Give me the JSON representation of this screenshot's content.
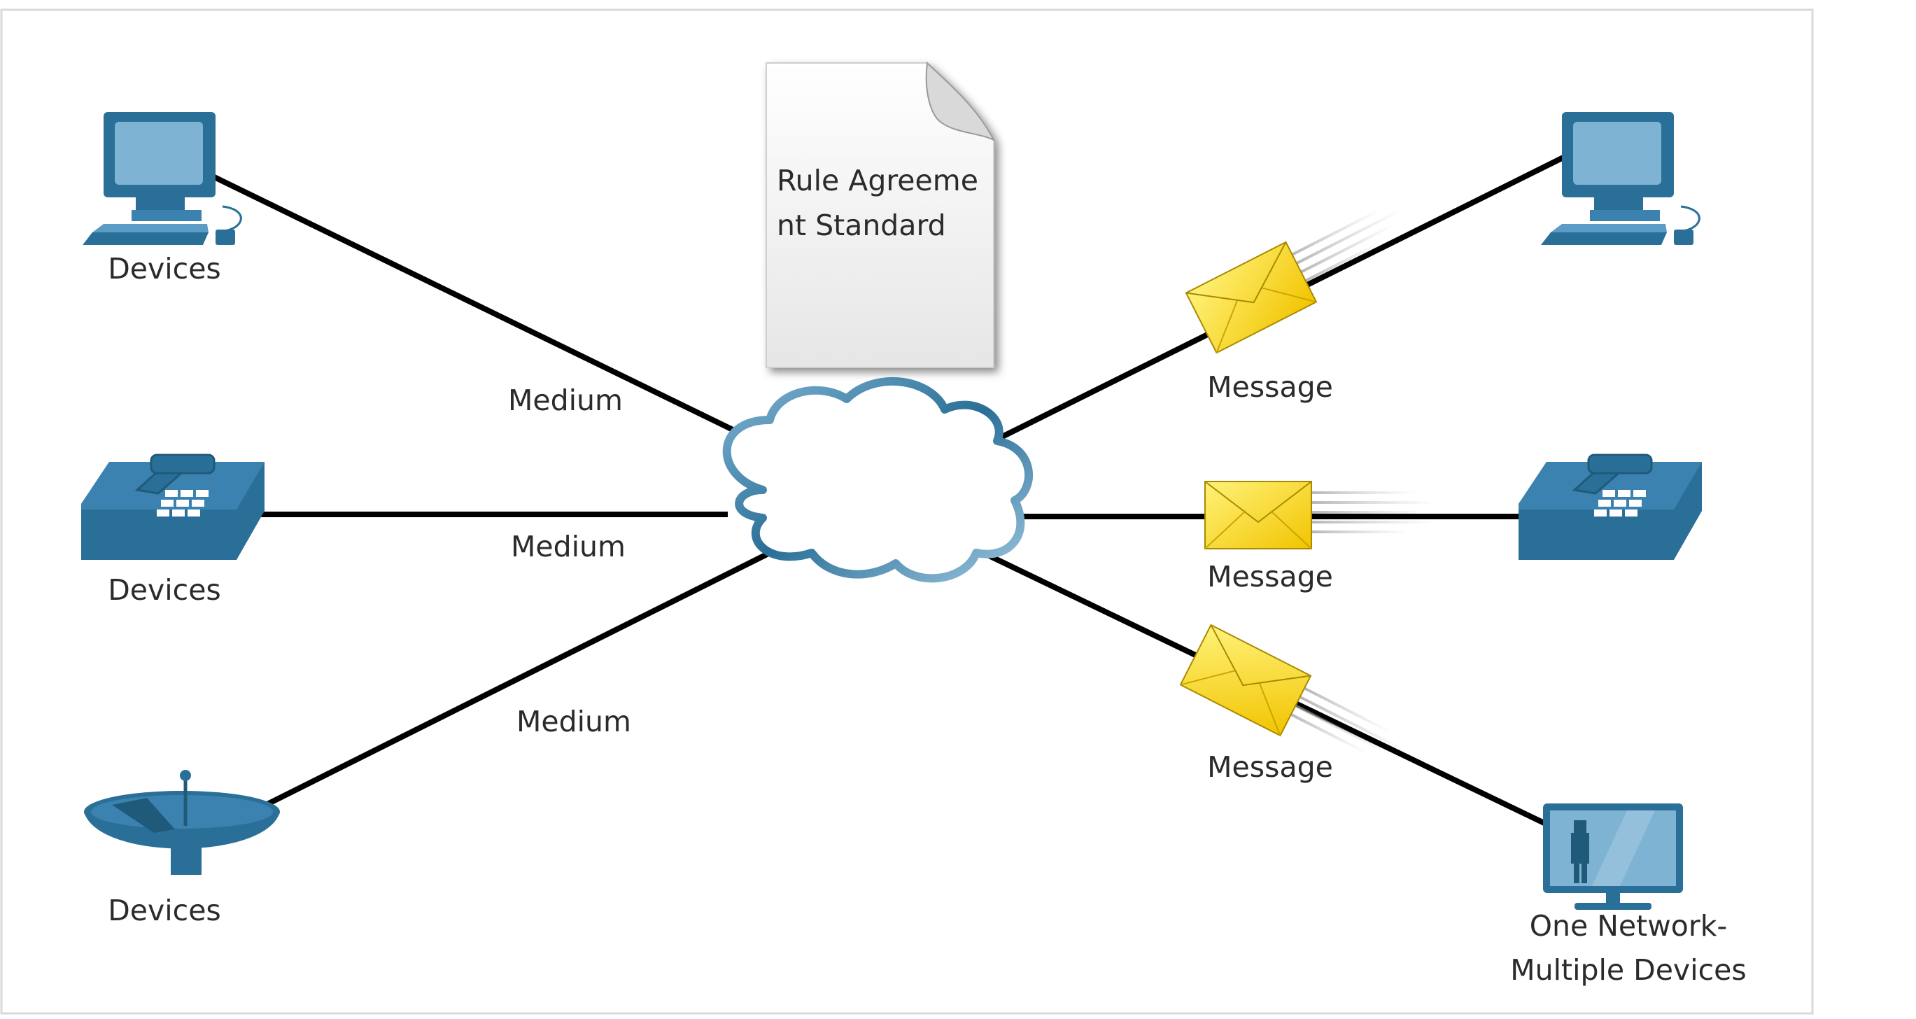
{
  "document": {
    "label": "Rule Agreement Standard",
    "lines": [
      "Rule Agreeme",
      "nt Standard"
    ]
  },
  "left_devices": [
    {
      "icon": "desktop-computer-icon",
      "label": "Devices"
    },
    {
      "icon": "telephone-icon",
      "label": "Devices"
    },
    {
      "icon": "satellite-dish-icon",
      "label": "Devices"
    }
  ],
  "medium_labels": [
    "Medium",
    "Medium",
    "Medium"
  ],
  "message_labels": [
    "Message",
    "Message",
    "Message"
  ],
  "right_devices": [
    {
      "icon": "desktop-computer-icon",
      "label": ""
    },
    {
      "icon": "telephone-icon",
      "label": ""
    },
    {
      "icon": "television-icon",
      "label_lines": [
        "One Network-",
        "Multiple Devices"
      ]
    }
  ],
  "center": {
    "icon": "cloud-network-icon"
  },
  "colors": {
    "device_blue": "#2a6f97",
    "device_light": "#7fb3d3",
    "envelope_yellow": "#f5d000",
    "line": "#000000",
    "cloud_stroke": "#3a7fae",
    "frame": "#d9d9d9"
  }
}
